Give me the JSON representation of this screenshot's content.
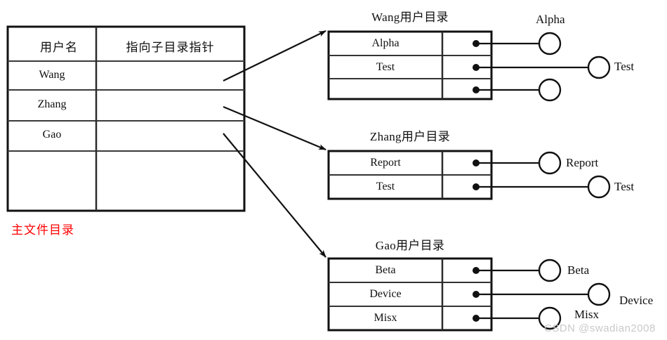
{
  "diagram": {
    "title_caption": "主文件目录",
    "caption_color": "#ff0000",
    "watermark": "CSDN @swadian2008"
  },
  "master_table": {
    "headers": {
      "col1": "用户名",
      "col2": "指向子目录指针"
    },
    "rows": [
      {
        "user": "Wang",
        "pointer": ""
      },
      {
        "user": "Zhang",
        "pointer": ""
      },
      {
        "user": "Gao",
        "pointer": ""
      },
      {
        "user": "",
        "pointer": ""
      }
    ]
  },
  "user_directories": [
    {
      "title": "Wang用户目录",
      "entries": [
        {
          "name": "Alpha",
          "pointer_label": "Alpha"
        },
        {
          "name": "Test",
          "pointer_label": "Test"
        },
        {
          "name": "",
          "pointer_label": ""
        }
      ]
    },
    {
      "title": "Zhang用户目录",
      "entries": [
        {
          "name": "Report",
          "pointer_label": "Report"
        },
        {
          "name": "Test",
          "pointer_label": "Test"
        }
      ]
    },
    {
      "title": "Gao用户目录",
      "entries": [
        {
          "name": "Beta",
          "pointer_label": "Beta"
        },
        {
          "name": "Device",
          "pointer_label": "Device"
        },
        {
          "name": "Misx",
          "pointer_label": "Misx"
        }
      ]
    }
  ]
}
